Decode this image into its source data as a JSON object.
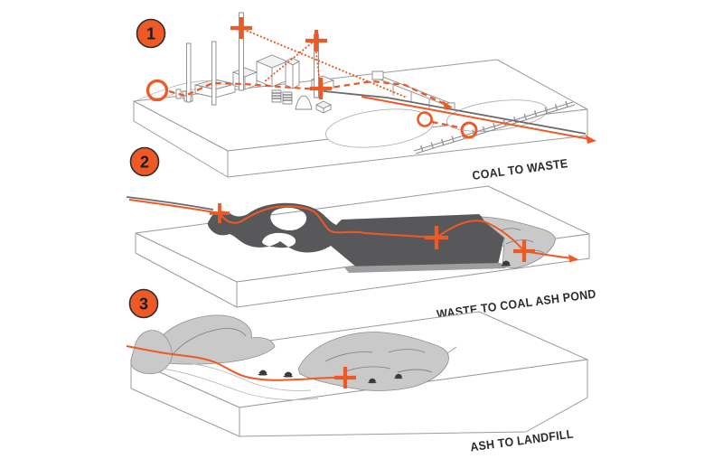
{
  "colors": {
    "accent": "#EE5926",
    "pond": "#58585B",
    "terrain": "#C9C9C9",
    "linework": "#9B9B9B",
    "text": "#2B2B2B"
  },
  "steps": [
    {
      "number": "1",
      "label": "COAL TO WASTE"
    },
    {
      "number": "2",
      "label": "WASTE TO COAL ASH POND"
    },
    {
      "number": "3",
      "label": "ASH TO LANDFILL"
    }
  ]
}
